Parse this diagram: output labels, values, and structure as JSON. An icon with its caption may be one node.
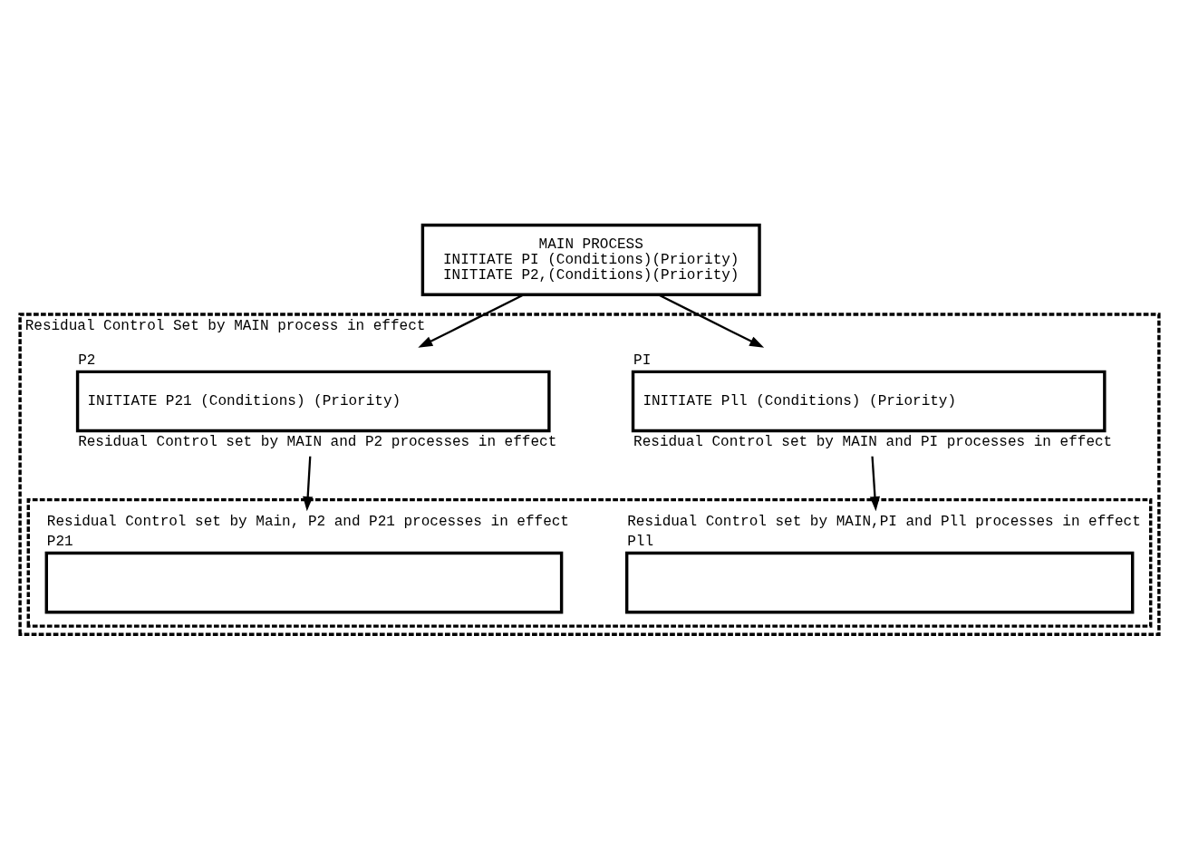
{
  "diagram": {
    "nodes": [
      {
        "text": [
          "MAIN PROCESS",
          "INITIATE PI (Conditions)(Priority)",
          "INITIATE P2,(Conditions)(Priority)"
        ]
      },
      {
        "text": [
          "Residual Control Set by MAIN process in effect"
        ]
      },
      {
        "text": [
          "PI",
          "INITIATE Pll (Conditions) (Priority)"
        ],
        "in": 1,
        "beside": [
          "Residual Control set by MAIN and PI processes in effect"
        ]
      },
      {
        "text": [
          "P2",
          "INITIATE P21 (Conditions) (Priority)"
        ],
        "in": 1,
        "beside": [
          "Residual Control set by MAIN and P2 processes in effect"
        ]
      },
      {
        "text": [],
        "shape": "box",
        "in": 1
      },
      {
        "text": [
          "Pll"
        ],
        "in": 4,
        "beside": [
          "Residual Control set by MAIN,PI and Pll processes in effect"
        ]
      },
      {
        "text": [
          "P21"
        ],
        "in": 4,
        "beside": [
          "Residual Control set by Main, P2 and P21 processes in effect"
        ]
      }
    ],
    "edges": [
      {
        "from": 0,
        "to": 2,
        "arrow": "to"
      },
      {
        "from": 0,
        "to": 3,
        "arrow": "to"
      },
      {
        "from": 2,
        "to": 5,
        "arrow": "to"
      },
      {
        "from": 3,
        "to": 6,
        "arrow": "to"
      }
    ]
  }
}
